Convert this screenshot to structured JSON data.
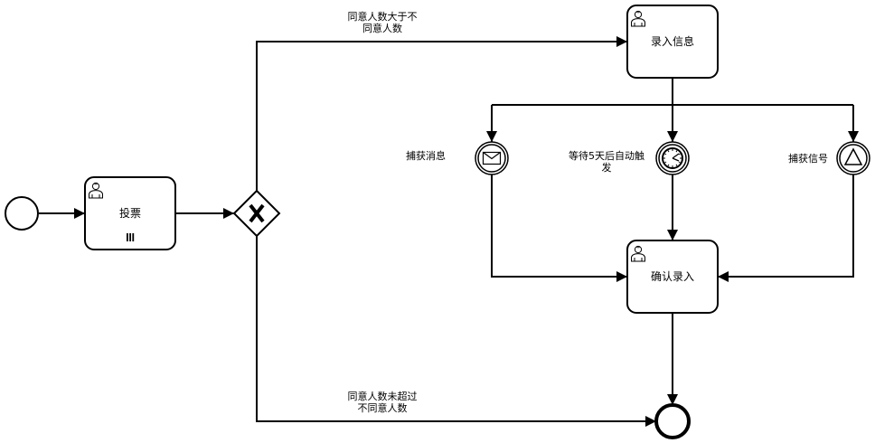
{
  "tasks": {
    "vote": {
      "label": "投票"
    },
    "enter_info": {
      "label": "录入信息"
    },
    "confirm": {
      "label": "确认录入"
    }
  },
  "events": {
    "message_catch": {
      "label": "捕获消息"
    },
    "timer_catch": {
      "label": "等待5天后自动触",
      "label_line2": "发"
    },
    "signal_catch": {
      "label": "捕获信号"
    }
  },
  "flows": {
    "to_enter_info": {
      "line1": "同意人数大于不",
      "line2": "同意人数"
    },
    "to_end": {
      "line1": "同意人数未超过",
      "line2": "不同意人数"
    }
  },
  "icons": {
    "task_type": "user-icon",
    "multi_instance": "parallel-multi-instance-icon",
    "gateway": "exclusive-gateway-x-icon",
    "message": "envelope-icon",
    "timer": "clock-icon",
    "signal": "triangle-icon"
  }
}
